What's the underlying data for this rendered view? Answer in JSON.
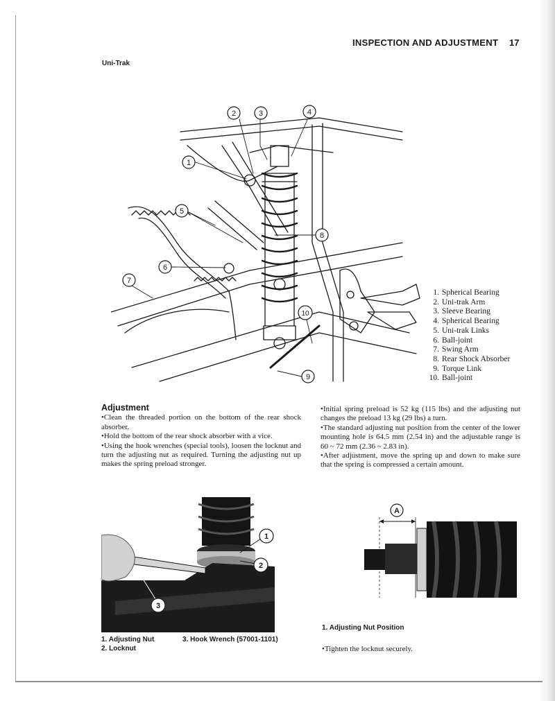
{
  "header": {
    "title": "INSPECTION AND ADJUSTMENT",
    "page_number": "17"
  },
  "section_label": "Uni-Trak",
  "figure_main": {
    "callouts": [
      "1",
      "2",
      "3",
      "4",
      "5",
      "6",
      "7",
      "8",
      "9",
      "10"
    ]
  },
  "legend": [
    {
      "num": "1.",
      "label": "Spherical Bearing"
    },
    {
      "num": "2.",
      "label": "Uni-trak Arm"
    },
    {
      "num": "3.",
      "label": "Sleeve Bearing"
    },
    {
      "num": "4.",
      "label": "Spherical Bearing"
    },
    {
      "num": "5.",
      "label": "Uni-trak Links"
    },
    {
      "num": "6.",
      "label": "Ball-joint"
    },
    {
      "num": "7.",
      "label": "Swing Arm"
    },
    {
      "num": "8.",
      "label": "Rear Shock Absorber"
    },
    {
      "num": "9.",
      "label": "Torque Link"
    },
    {
      "num": "10.",
      "label": "Ball-joint"
    }
  ],
  "adjustment": {
    "heading": "Adjustment",
    "left_bullets": [
      "•Clean the threaded portion on the bottom of the rear shock absorber.",
      "•Hold the bottom of the rear shock absorber with a vice.",
      "•Using the hook wrenches (special tools), loosen the locknut and turn the adjusting nut as required. Turning the adjusting nut up makes the spring preload stronger."
    ],
    "right_bullets": [
      "•Initial spring preload is 52 kg (115 lbs) and the adjusting nut changes the preload 13 kg (29 lbs) a turn.",
      "•The standard adjusting nut position from the center of the lower mounting hole is 64.5 mm (2.54 in) and the adjustable range is 60 ~ 72 mm (2.36 ~ 2.83 in).",
      "•After adjustment, move the spring up and down to make sure that the spring is compressed a certain amount."
    ]
  },
  "photo_left": {
    "callouts": [
      "1",
      "2",
      "3"
    ],
    "captions": {
      "item1": "1. Adjusting Nut",
      "item2": "2. Locknut",
      "item3": "3. Hook Wrench (57001-1101)"
    }
  },
  "photo_right": {
    "callout": "A",
    "caption": "1. Adjusting Nut Position",
    "note": "•Tighten the locknut securely."
  },
  "colors": {
    "ink": "#1a1a1a",
    "photo_dark": "#121212",
    "paper": "#ffffff"
  }
}
